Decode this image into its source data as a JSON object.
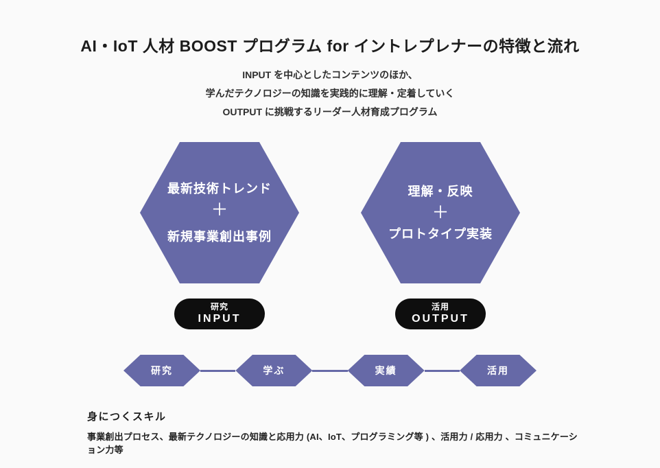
{
  "page": {
    "title": "AI・IoT 人材 BOOST プログラム for イントレプレナーの特徴と流れ",
    "subtitle_lines": [
      "INPUT を中心としたコンテンツのほか、",
      "学んだテクノロジーの知識を実践的に理解・定着していく",
      "OUTPUT に挑戦するリーダー人材育成プログラム"
    ]
  },
  "hexagons": [
    {
      "line1": "最新技術トレンド",
      "plus": "＋",
      "line2": "新規事業創出事例",
      "badge_jp": "研究",
      "badge_en": "INPUT"
    },
    {
      "line1": "理解・反映",
      "plus": "＋",
      "line2": "プロトタイプ実装",
      "badge_jp": "活用",
      "badge_en": "OUTPUT"
    }
  ],
  "flow_steps": [
    {
      "label": "研究"
    },
    {
      "label": "学ぶ"
    },
    {
      "label": "実績"
    },
    {
      "label": "活用"
    }
  ],
  "skills": {
    "heading": "身につくスキル",
    "description": "事業創出プロセス、最新テクノロジーの知識と応用力 (AI、IoT、プログラミング等 ) 、活用力 / 応用力 、コミュニケーション力等"
  },
  "colors": {
    "accent": "#6669a7",
    "badge_bg": "#0e0e0e",
    "background": "#fafafa",
    "text": "#1c1c1c"
  }
}
